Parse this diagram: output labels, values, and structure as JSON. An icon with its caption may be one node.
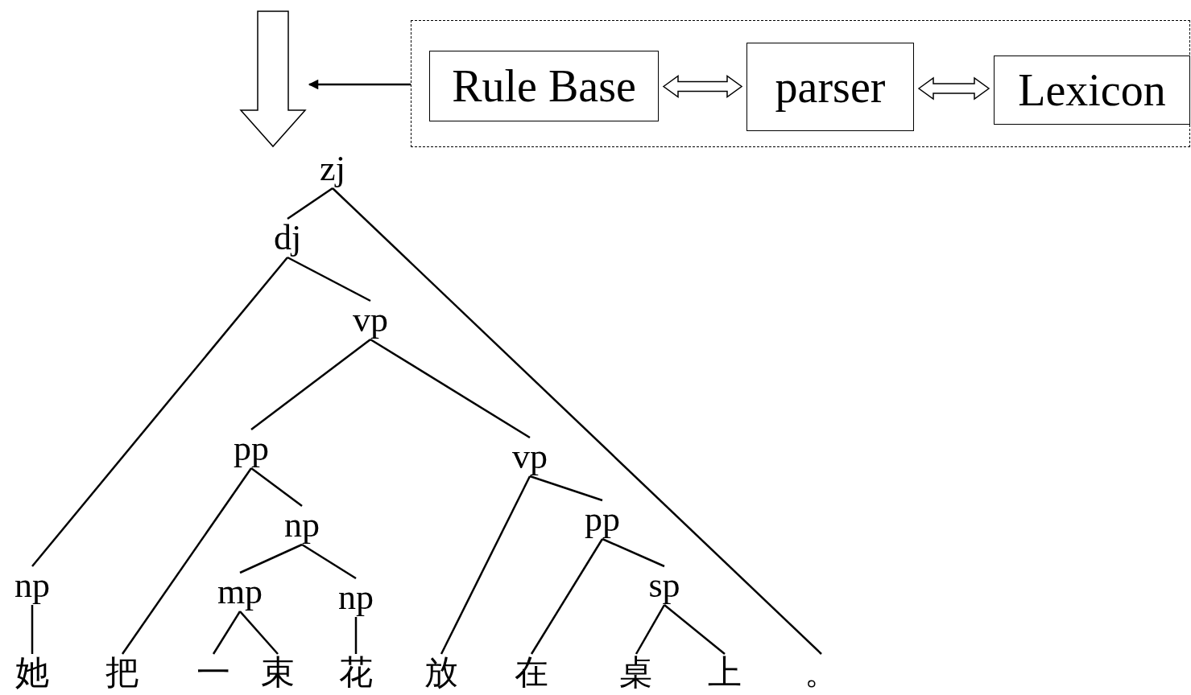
{
  "diagram": {
    "nodes": [
      {
        "text": [],
        "shape": "box"
      },
      {
        "text": [
          "Rule Base"
        ],
        "in": 0
      },
      {
        "text": [
          "parser"
        ],
        "in": 0
      },
      {
        "text": [
          "Lexicon"
        ],
        "in": 0
      },
      {
        "text": [
          "zj"
        ]
      },
      {
        "text": [
          "dj"
        ]
      },
      {
        "text": [
          "vp"
        ]
      },
      {
        "text": [
          "pp"
        ]
      },
      {
        "text": [
          "vp"
        ]
      },
      {
        "text": [
          "np"
        ]
      },
      {
        "text": [
          "pp"
        ]
      },
      {
        "text": [
          "np"
        ]
      },
      {
        "text": [
          "mp"
        ]
      },
      {
        "text": [
          "np"
        ]
      },
      {
        "text": [
          "sp"
        ]
      },
      {
        "text": [
          "她"
        ]
      },
      {
        "text": [
          "把"
        ]
      },
      {
        "text": [
          "一"
        ]
      },
      {
        "text": [
          "束"
        ]
      },
      {
        "text": [
          "花"
        ]
      },
      {
        "text": [
          "放"
        ]
      },
      {
        "text": [
          "在"
        ]
      },
      {
        "text": [
          "桌"
        ]
      },
      {
        "text": [
          "上"
        ]
      },
      {
        "text": [
          "。"
        ]
      }
    ],
    "edges": [
      {
        "from": 1,
        "to": 2,
        "arrow": "both"
      },
      {
        "from": 2,
        "to": 3,
        "arrow": "both"
      },
      {
        "from": 0,
        "to": null,
        "arrow": "to"
      },
      {
        "from": null,
        "to": 4,
        "arrow": "to",
        "style": "thick"
      },
      {
        "from": 4,
        "to": 5,
        "arrow": "none"
      },
      {
        "from": 4,
        "to": 24,
        "arrow": "none"
      },
      {
        "from": 5,
        "to": 11,
        "arrow": "none"
      },
      {
        "from": 5,
        "to": 6,
        "arrow": "none"
      },
      {
        "from": 6,
        "to": 7,
        "arrow": "none"
      },
      {
        "from": 6,
        "to": 8,
        "arrow": "none"
      },
      {
        "from": 7,
        "to": 16,
        "arrow": "none"
      },
      {
        "from": 7,
        "to": 9,
        "arrow": "none"
      },
      {
        "from": 9,
        "to": 12,
        "arrow": "none"
      },
      {
        "from": 9,
        "to": 13,
        "arrow": "none"
      },
      {
        "from": 12,
        "to": 17,
        "arrow": "none"
      },
      {
        "from": 12,
        "to": 18,
        "arrow": "none"
      },
      {
        "from": 13,
        "to": 19,
        "arrow": "none"
      },
      {
        "from": 11,
        "to": 15,
        "arrow": "none"
      },
      {
        "from": 8,
        "to": 20,
        "arrow": "none"
      },
      {
        "from": 8,
        "to": 10,
        "arrow": "none"
      },
      {
        "from": 10,
        "to": 21,
        "arrow": "none"
      },
      {
        "from": 10,
        "to": 14,
        "arrow": "none"
      },
      {
        "from": 14,
        "to": 22,
        "arrow": "none"
      },
      {
        "from": 14,
        "to": 23,
        "arrow": "none"
      }
    ]
  }
}
